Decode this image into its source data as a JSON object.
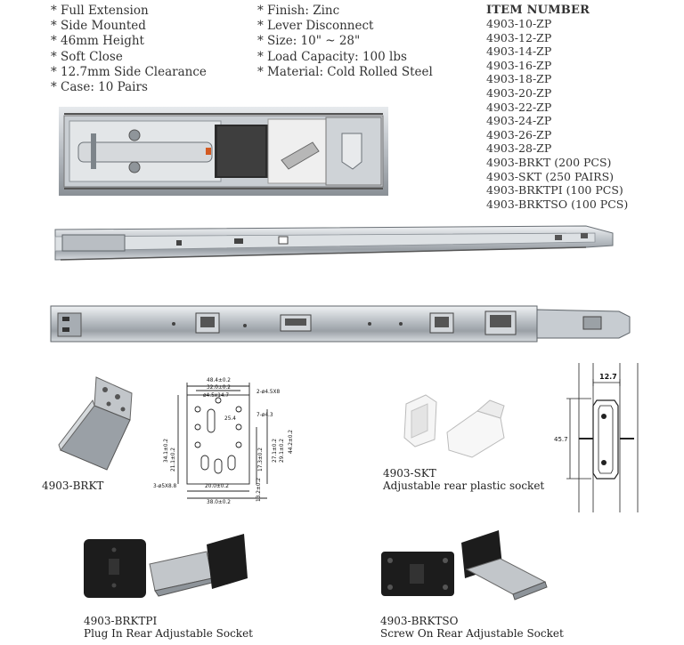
{
  "features_left": [
    "* Full Extension",
    "* Side Mounted",
    "* 46mm Height",
    "* Soft Close",
    "* 12.7mm Side Clearance",
    "* Case: 10 Pairs"
  ],
  "features_right": [
    "* Finish: Zinc",
    "* Lever Disconnect",
    "* Size: 10\" ~ 28\"",
    "* Load Capacity: 100 lbs",
    "* Material: Cold Rolled Steel"
  ],
  "item_number": {
    "heading": "ITEM NUMBER",
    "items": [
      "4903-10-ZP",
      "4903-12-ZP",
      "4903-14-ZP",
      "4903-16-ZP",
      "4903-18-ZP",
      "4903-20-ZP",
      "4903-22-ZP",
      "4903-24-ZP",
      "4903-26-ZP",
      "4903-28-ZP",
      "4903-BRKT (200 PCS)",
      "4903-SKT (250 PAIRS)",
      "4903-BRKTPI (100 PCS)",
      "4903-BRKTSO (100 PCS)"
    ]
  },
  "captions": {
    "brkt": "4903-BRKT",
    "skt_code": "4903-SKT",
    "skt_desc": "Adjustable rear plastic socket",
    "brktpi_code": "4903-BRKTPI",
    "brktpi_desc": "Plug In Rear Adjustable Socket",
    "brktso_code": "4903-BRKTSO",
    "brktso_desc": "Screw On Rear Adjustable Socket"
  },
  "bracket_drawing": {
    "dims": [
      "48.4±0.2",
      "32.0±0.2",
      "ø4.5x14.7",
      "2-ø4.5X8",
      "25.4",
      "7-ø4.3",
      "34.1±0.2",
      "21.1±0.2",
      "27.1±0.2",
      "17.3±0.2",
      "29.1±0.2",
      "44.2±0.2",
      "3-ø5X8.8",
      "20.0±0.2",
      "13.2±0.2",
      "38.0±0.2"
    ]
  },
  "profile_drawing": {
    "width_dim": "12.7",
    "height_dim": "45.7"
  },
  "colors": {
    "steel": "#b9bec4",
    "steel_dark": "#6e747a",
    "text": "#333333",
    "socket_white": "#f4f4f4",
    "black": "#1c1c1c"
  }
}
